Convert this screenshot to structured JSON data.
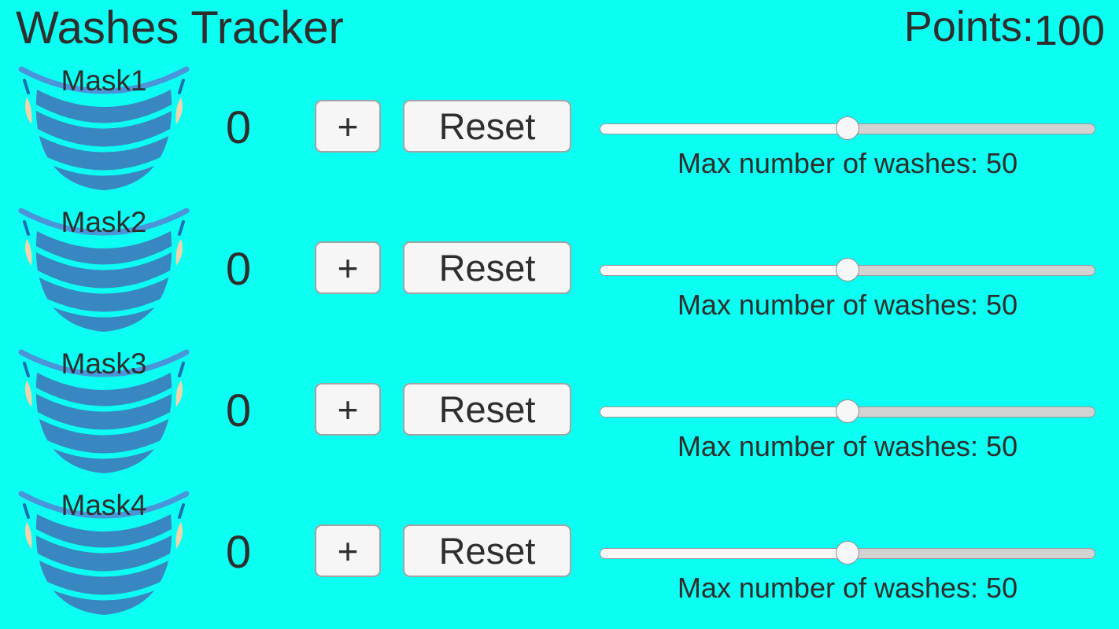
{
  "app": {
    "title": "Washes Tracker",
    "points_label": "Points:",
    "points_value": "100"
  },
  "colors": {
    "background": "#0BFFF2",
    "mask_body": "#3887C0",
    "mask_strap": "#4A95D9",
    "mask_earloop": "#F2D4AC",
    "button_bg": "#F6F6F6",
    "text": "#2E2E2E",
    "slider_fill": "#F9F9F9",
    "slider_rest": "#D2D2D2"
  },
  "rows": [
    {
      "name": "Mask1",
      "count": "0",
      "increment_label": "+",
      "reset_label": "Reset",
      "max_washes": 50,
      "max_washes_label": "Max number of washes: 50",
      "slider_percent": 50
    },
    {
      "name": "Mask2",
      "count": "0",
      "increment_label": "+",
      "reset_label": "Reset",
      "max_washes": 50,
      "max_washes_label": "Max number of washes: 50",
      "slider_percent": 50
    },
    {
      "name": "Mask3",
      "count": "0",
      "increment_label": "+",
      "reset_label": "Reset",
      "max_washes": 50,
      "max_washes_label": "Max number of washes: 50",
      "slider_percent": 50
    },
    {
      "name": "Mask4",
      "count": "0",
      "increment_label": "+",
      "reset_label": "Reset",
      "max_washes": 50,
      "max_washes_label": "Max number of washes: 50",
      "slider_percent": 50
    }
  ]
}
